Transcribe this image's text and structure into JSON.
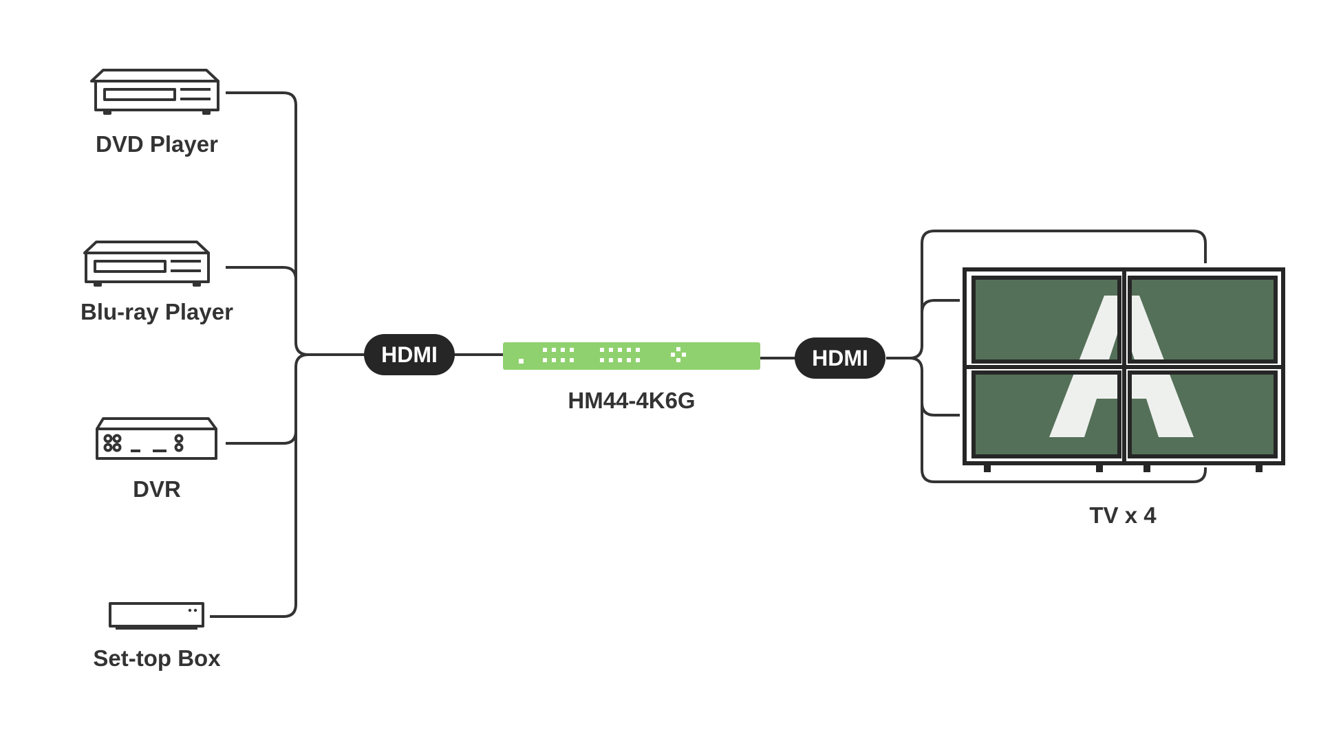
{
  "sources": [
    {
      "label": "DVD Player",
      "icon": "dvd-player-icon"
    },
    {
      "label": "Blu-ray Player",
      "icon": "blu-ray-player-icon"
    },
    {
      "label": "DVR",
      "icon": "dvr-icon"
    },
    {
      "label": "Set-top Box",
      "icon": "set-top-box-icon"
    }
  ],
  "input_connector": {
    "label": "HDMI"
  },
  "output_connector": {
    "label": "HDMI"
  },
  "device": {
    "label": "HM44-4K6G",
    "icon": "hdmi-matrix-switch-icon",
    "color": "#8fd16e"
  },
  "display": {
    "label": "TV x 4",
    "icon": "video-wall-icon",
    "screen_color": "#557058",
    "mark_color": "#eef0ee"
  },
  "colors": {
    "line": "#333333",
    "pill": "#262626"
  }
}
